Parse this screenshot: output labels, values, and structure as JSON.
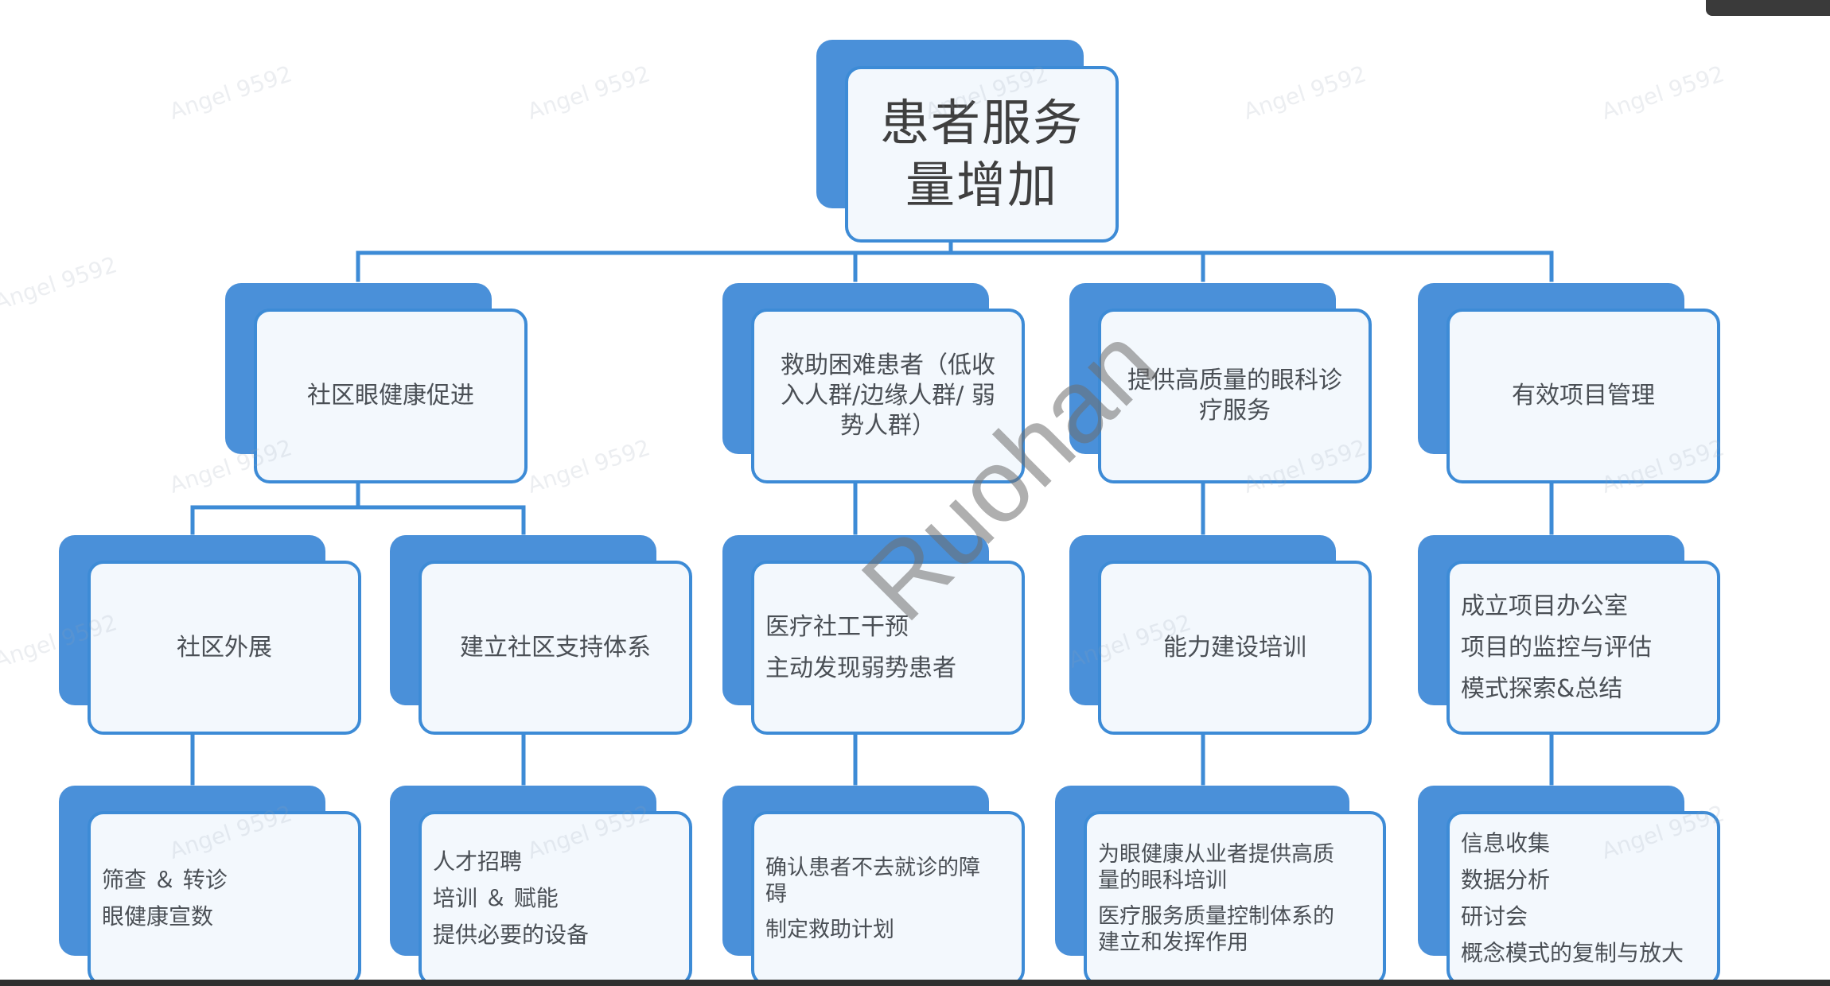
{
  "colors": {
    "accent": "#4a90d9",
    "border": "#3d8bd6",
    "fill": "#f3f8fd",
    "connector": "#3d8bd6"
  },
  "root": {
    "lines": [
      "患者服务",
      "量增加"
    ]
  },
  "branches": [
    {
      "label": [
        "社区眼健康促进"
      ],
      "children": [
        {
          "label": [
            "社区外展"
          ],
          "detail": [
            "筛查 ＆ 转诊",
            "眼健康宣数"
          ]
        },
        {
          "label": [
            "建立社区支持体系"
          ],
          "detail": [
            "人才招聘",
            "培训 ＆ 赋能",
            "提供必要的设备"
          ]
        }
      ]
    },
    {
      "label": [
        "救助困难患者（低收",
        "入人群/边缘人群/ 弱",
        "势人群）"
      ],
      "children": [
        {
          "label": [
            "医疗社工干预",
            "主动发现弱势患者"
          ],
          "detail": [
            "确认患者不去就诊的障",
            "碍",
            "制定救助计划"
          ]
        }
      ]
    },
    {
      "label": [
        "提供高质量的眼科诊",
        "疗服务"
      ],
      "children": [
        {
          "label": [
            "能力建设培训"
          ],
          "detail": [
            "为眼健康从业者提供高质",
            "量的眼科培训",
            "医疗服务质量控制体系的",
            "建立和发挥作用"
          ]
        }
      ]
    },
    {
      "label": [
        "有效项目管理"
      ],
      "children": [
        {
          "label": [
            "成立项目办公室",
            "项目的监控与评估",
            "模式探索&总结"
          ],
          "detail": [
            "信息收集",
            "数据分析",
            "研讨会",
            "概念模式的复制与放大"
          ]
        }
      ]
    }
  ],
  "watermarks": {
    "repeat": "Angel 9592",
    "diagonal": "Ruohan"
  }
}
